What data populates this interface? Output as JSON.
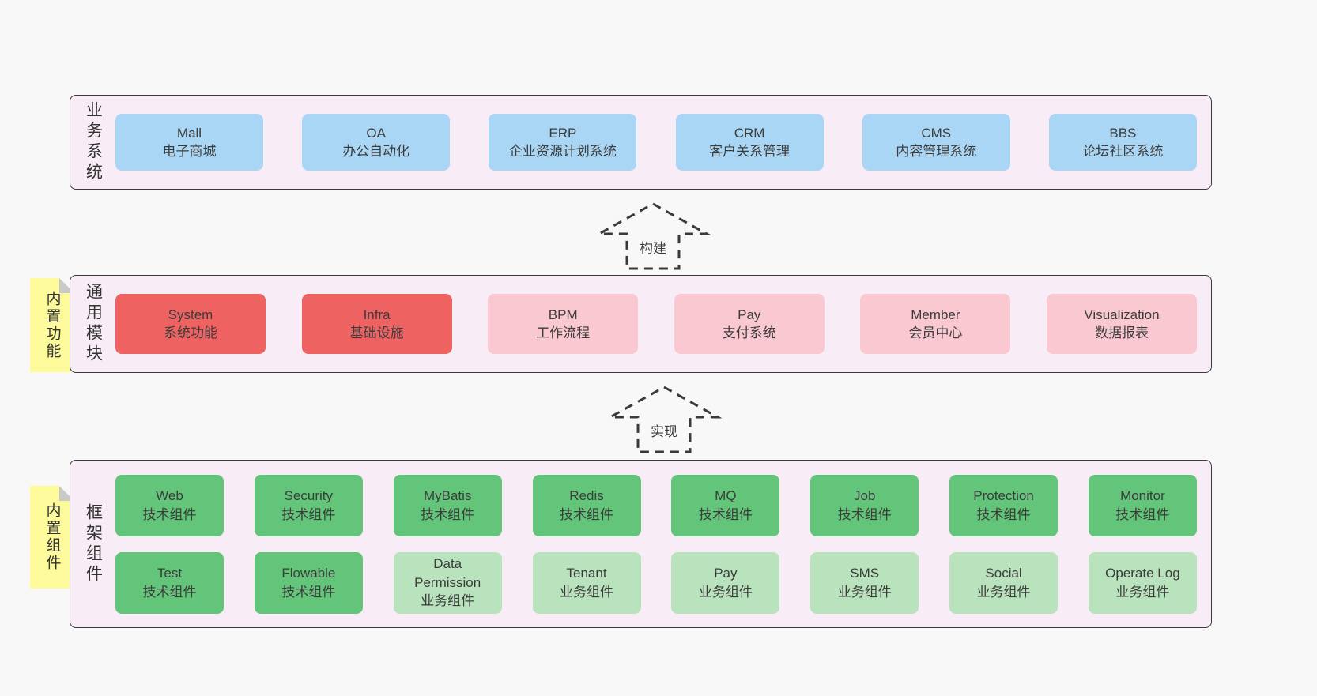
{
  "colors": {
    "page_bg": "#f8f8f8",
    "container_bg": "#f8edf6",
    "container_border": "#3a3a3a",
    "blue": "#a9d6f5",
    "red": "#ef6262",
    "pink": "#fac8d1",
    "green": "#63c579",
    "light_green": "#b9e3bd",
    "yellow": "#fcfa9b",
    "fold_gray": "#c9c9c9",
    "text": "#3c3c3c"
  },
  "arrows": {
    "build": "构建",
    "implement": "实现"
  },
  "sections": {
    "business": {
      "label": "业务系统",
      "boxes": [
        {
          "en": "Mall",
          "zh": "电子商城"
        },
        {
          "en": "OA",
          "zh": "办公自动化"
        },
        {
          "en": "ERP",
          "zh": "企业资源计划系统"
        },
        {
          "en": "CRM",
          "zh": "客户关系管理"
        },
        {
          "en": "CMS",
          "zh": "内容管理系统"
        },
        {
          "en": "BBS",
          "zh": "论坛社区系统"
        }
      ]
    },
    "modules": {
      "label": "通用模块",
      "note": "内置功能",
      "boxes": [
        {
          "en": "System",
          "zh": "系统功能"
        },
        {
          "en": "Infra",
          "zh": "基础设施"
        },
        {
          "en": "BPM",
          "zh": "工作流程"
        },
        {
          "en": "Pay",
          "zh": "支付系统"
        },
        {
          "en": "Member",
          "zh": "会员中心"
        },
        {
          "en": "Visualization",
          "zh": "数据报表"
        }
      ]
    },
    "framework": {
      "label": "框架组件",
      "note": "内置组件",
      "row1": [
        {
          "en": "Web",
          "zh": "技术组件"
        },
        {
          "en": "Security",
          "zh": "技术组件"
        },
        {
          "en": "MyBatis",
          "zh": "技术组件"
        },
        {
          "en": "Redis",
          "zh": "技术组件"
        },
        {
          "en": "MQ",
          "zh": "技术组件"
        },
        {
          "en": "Job",
          "zh": "技术组件"
        },
        {
          "en": "Protection",
          "zh": "技术组件"
        },
        {
          "en": "Monitor",
          "zh": "技术组件"
        }
      ],
      "row2": [
        {
          "en": "Test",
          "zh": "技术组件"
        },
        {
          "en": "Flowable",
          "zh": "技术组件"
        },
        {
          "en": "Data Permission",
          "zh": "业务组件"
        },
        {
          "en": "Tenant",
          "zh": "业务组件"
        },
        {
          "en": "Pay",
          "zh": "业务组件"
        },
        {
          "en": "SMS",
          "zh": "业务组件"
        },
        {
          "en": "Social",
          "zh": "业务组件"
        },
        {
          "en": "Operate Log",
          "zh": "业务组件"
        }
      ]
    }
  }
}
